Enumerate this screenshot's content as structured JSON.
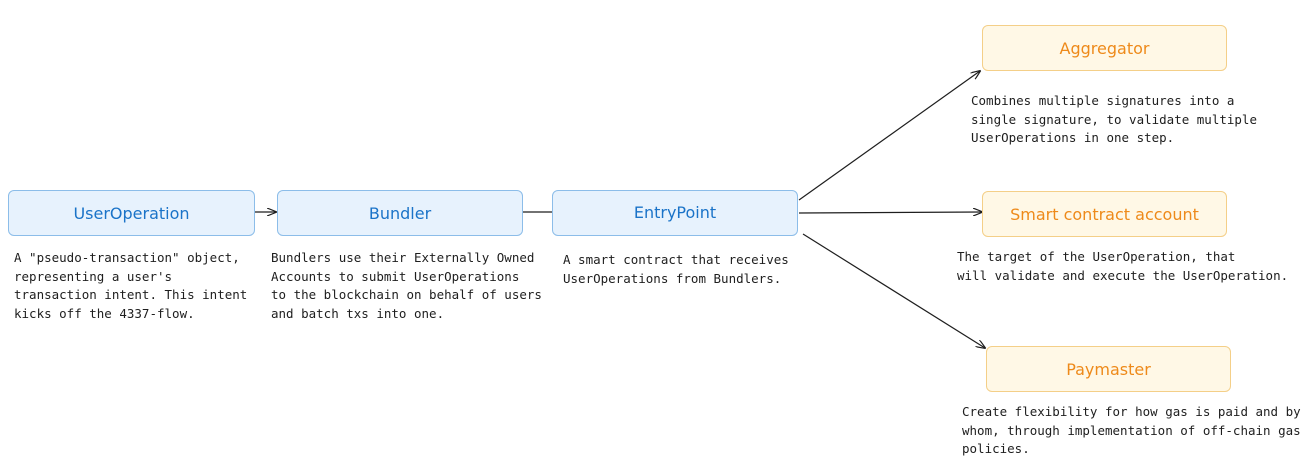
{
  "colors": {
    "blue_fill": "#e7f2fd",
    "blue_stroke": "#8cbde9",
    "blue_text": "#1a73c8",
    "orange_fill": "#fff8e6",
    "orange_stroke": "#f4cf88",
    "orange_text": "#ee8a1a"
  },
  "nodes": {
    "useroperation": {
      "label": "UserOperation",
      "description": "A \"pseudo-transaction\" object,\nrepresenting a user's\ntransaction intent. This intent\nkicks off the 4337-flow."
    },
    "bundler": {
      "label": "Bundler",
      "description": "Bundlers use their Externally Owned\nAccounts to submit UserOperations\nto the blockchain on behalf of users\nand batch txs into one."
    },
    "entrypoint": {
      "label": "EntryPoint",
      "description": "A smart contract that receives\nUserOperations from Bundlers."
    },
    "aggregator": {
      "label": "Aggregator",
      "description": "Combines multiple signatures into a\nsingle signature, to validate multiple\nUserOperations in one step."
    },
    "smart_contract_account": {
      "label": "Smart contract account",
      "description": "The target of the UserOperation, that\nwill validate and execute the UserOperation."
    },
    "paymaster": {
      "label": "Paymaster",
      "description": "Create flexibility for how gas is paid and by\nwhom, through implementation of off-chain gas\npolicies."
    }
  }
}
